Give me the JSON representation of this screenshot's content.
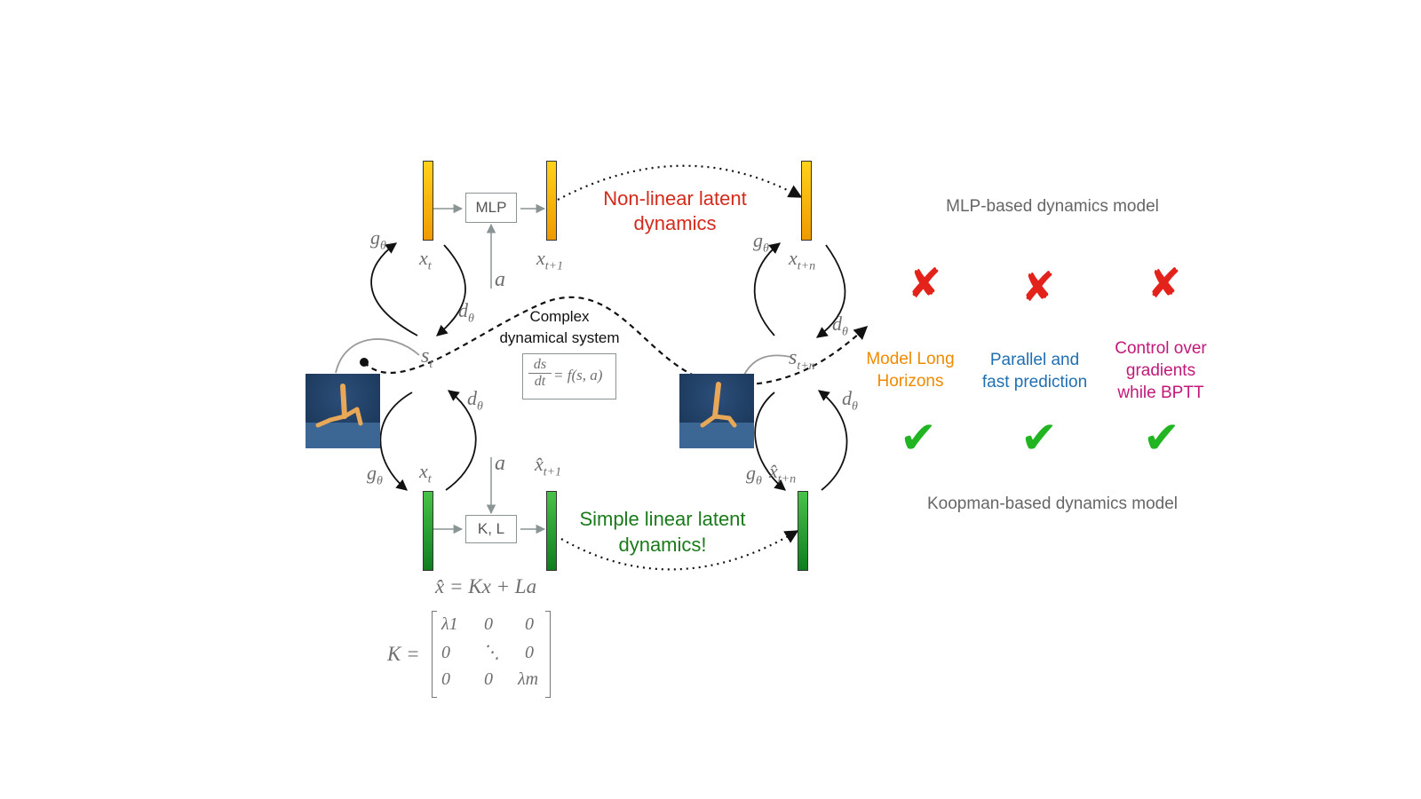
{
  "labels": {
    "x_t_top": "x",
    "x_t_top_sub": "t",
    "x_t1_top": "x",
    "x_t1_top_sub": "t+1",
    "x_tn_top": "x",
    "x_tn_top_sub": "t+n",
    "x_t_bot": "x",
    "x_t_bot_sub": "t",
    "xhat_t1": "x̂",
    "xhat_t1_sub": "t+1",
    "xhat_tn": "x̂",
    "xhat_tn_sub": "t+n",
    "s_t": "s",
    "s_t_sub": "t",
    "s_tn": "s",
    "s_tn_sub": "t+n",
    "g": "g",
    "g_sub": "θ",
    "d": "d",
    "d_sub": "θ",
    "action": "a"
  },
  "boxes": {
    "mlp": "MLP",
    "kl": "K, L"
  },
  "captions": {
    "nonlinear_line1": "Non-linear latent",
    "nonlinear_line2": "dynamics",
    "linear_line1": "Simple linear latent",
    "linear_line2": "dynamics!",
    "complex_line1": "Complex",
    "complex_line2": "dynamical system"
  },
  "equations": {
    "ode_num": "ds",
    "ode_den": "dt",
    "ode_rhs": "= f(s, a)",
    "linear_model": "x̂ = Kx + La",
    "k_lhs": "K =",
    "k_matrix": [
      [
        "λ1",
        "0",
        "0"
      ],
      [
        "0",
        "⋱",
        "0"
      ],
      [
        "0",
        "0",
        "λm"
      ]
    ]
  },
  "comparison": {
    "mlp_title": "MLP-based dynamics model",
    "koopman_title": "Koopman-based dynamics model",
    "features": [
      {
        "line1": "Model Long",
        "line2": "Horizons",
        "color": "#f08a00"
      },
      {
        "line1": "Parallel and",
        "line2": "fast prediction",
        "color": "#1f6fb2"
      },
      {
        "line1": "Control over",
        "line2": "gradients",
        "line3": "while BPTT",
        "color": "#c2187a"
      }
    ],
    "mlp_mark": "✘",
    "koopman_mark": "✔"
  },
  "colors": {
    "nonlinear": "#d42a1c",
    "linear": "#1b7a1b",
    "cross": "#e3231b",
    "check": "#22b522",
    "gray_text": "#666666"
  }
}
